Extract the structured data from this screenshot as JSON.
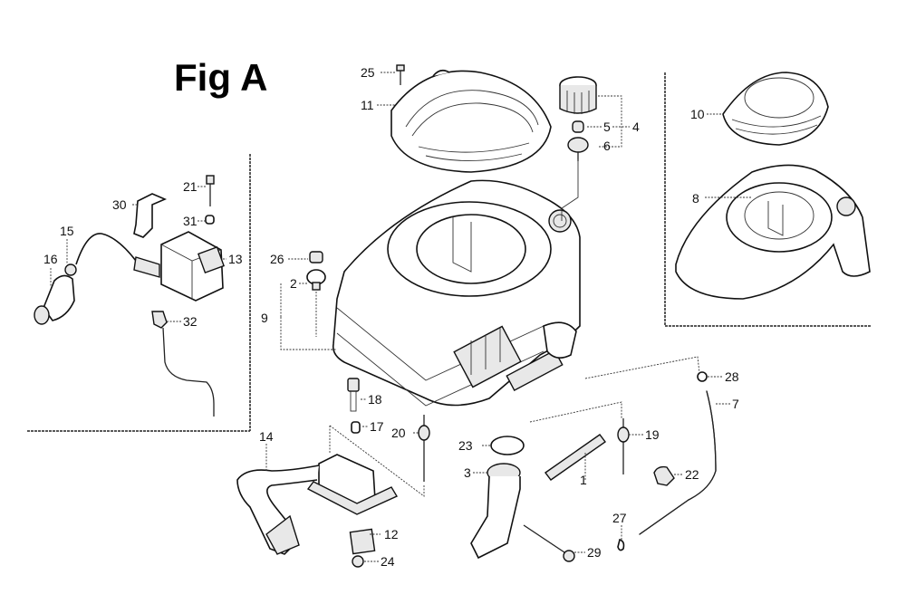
{
  "figure": {
    "title": "Fig A",
    "description": "Exploded parts diagram of engine fan shroud, ignition coil and related parts"
  },
  "callouts": [
    {
      "id": "c1",
      "number": "1"
    },
    {
      "id": "c2",
      "number": "2"
    },
    {
      "id": "c3",
      "number": "3"
    },
    {
      "id": "c4",
      "number": "4"
    },
    {
      "id": "c5",
      "number": "5"
    },
    {
      "id": "c6",
      "number": "6"
    },
    {
      "id": "c7",
      "number": "7"
    },
    {
      "id": "c8",
      "number": "8"
    },
    {
      "id": "c9",
      "number": "9"
    },
    {
      "id": "c10",
      "number": "10"
    },
    {
      "id": "c11",
      "number": "11"
    },
    {
      "id": "c12",
      "number": "12"
    },
    {
      "id": "c13",
      "number": "13"
    },
    {
      "id": "c14",
      "number": "14"
    },
    {
      "id": "c15",
      "number": "15"
    },
    {
      "id": "c16",
      "number": "16"
    },
    {
      "id": "c17",
      "number": "17"
    },
    {
      "id": "c18",
      "number": "18"
    },
    {
      "id": "c19",
      "number": "19"
    },
    {
      "id": "c20",
      "number": "20"
    },
    {
      "id": "c21",
      "number": "21"
    },
    {
      "id": "c22",
      "number": "22"
    },
    {
      "id": "c23",
      "number": "23"
    },
    {
      "id": "c24",
      "number": "24"
    },
    {
      "id": "c25",
      "number": "25"
    },
    {
      "id": "c26",
      "number": "26"
    },
    {
      "id": "c27",
      "number": "27"
    },
    {
      "id": "c28",
      "number": "28"
    },
    {
      "id": "c29",
      "number": "29"
    },
    {
      "id": "c30",
      "number": "30"
    },
    {
      "id": "c31",
      "number": "31"
    },
    {
      "id": "c32",
      "number": "32"
    }
  ]
}
